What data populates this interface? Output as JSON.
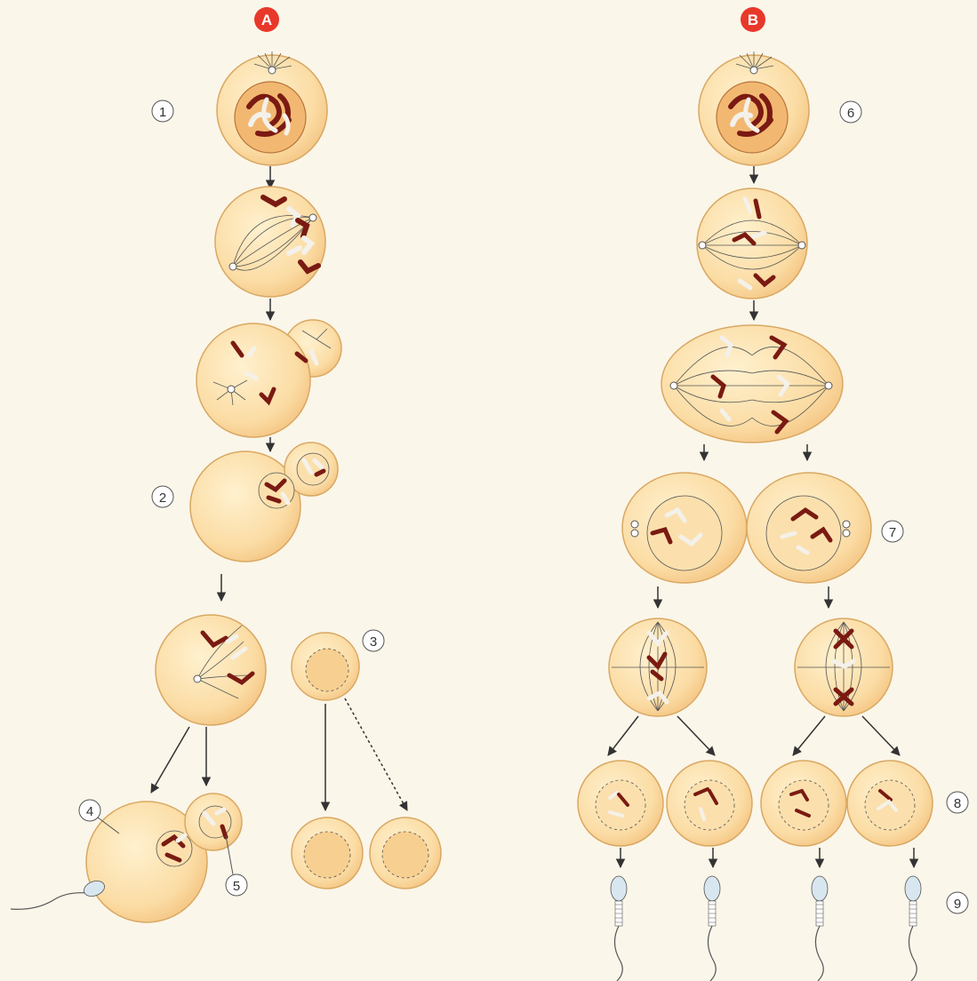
{
  "diagram": {
    "panels": [
      {
        "id": "A",
        "label": "A"
      },
      {
        "id": "B",
        "label": "B"
      }
    ],
    "markers": [
      {
        "id": "1",
        "label": "1"
      },
      {
        "id": "2",
        "label": "2"
      },
      {
        "id": "3",
        "label": "3"
      },
      {
        "id": "4",
        "label": "4"
      },
      {
        "id": "5",
        "label": "5"
      },
      {
        "id": "6",
        "label": "6"
      },
      {
        "id": "7",
        "label": "7"
      },
      {
        "id": "8",
        "label": "8"
      },
      {
        "id": "9",
        "label": "9"
      }
    ],
    "colors": {
      "cell_fill": "#fbd99e",
      "cell_stroke": "#d9a862",
      "nucleus_fill": "#f2b872",
      "chromosome_dark": "#7a1a12",
      "chromosome_light": "#f4f1ea",
      "badge": "#e8382a",
      "line": "#333333"
    }
  }
}
